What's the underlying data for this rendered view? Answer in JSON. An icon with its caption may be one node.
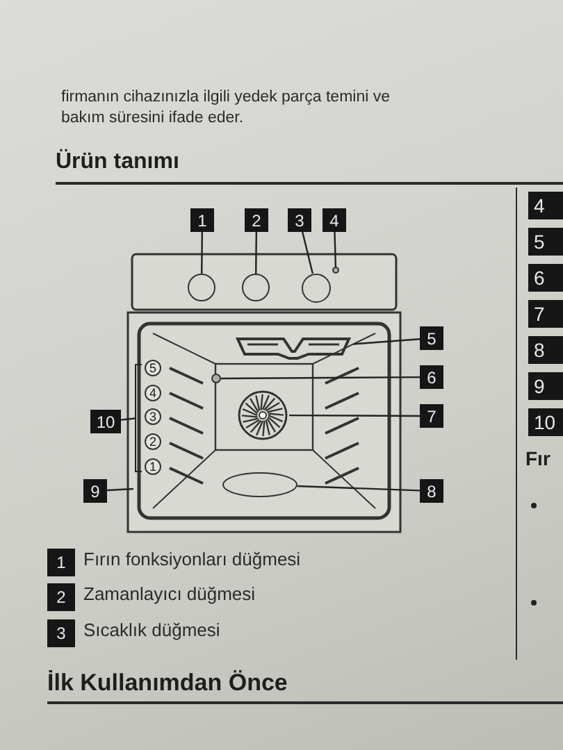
{
  "diagram": {
    "title": "Ürün tanımı",
    "nodes": [
      {
        "text": [
          "1"
        ]
      },
      {
        "text": [
          "2"
        ]
      },
      {
        "text": [
          "3"
        ]
      },
      {
        "text": [
          "4"
        ]
      },
      {
        "text": [
          "5"
        ]
      },
      {
        "text": [
          "6"
        ]
      },
      {
        "text": [
          "7"
        ]
      },
      {
        "text": [
          "8"
        ]
      },
      {
        "text": [
          "9"
        ]
      },
      {
        "text": [
          "10"
        ]
      },
      {
        "text": [],
        "shape": "circle"
      },
      {
        "text": [],
        "shape": "circle"
      },
      {
        "text": [],
        "shape": "circle"
      },
      {
        "text": [],
        "shape": "circle"
      },
      {
        "text": [],
        "shape": "heater"
      },
      {
        "text": [],
        "shape": "circle"
      },
      {
        "text": [],
        "shape": "fan"
      },
      {
        "text": [],
        "shape": "ellipse"
      },
      {
        "text": [
          "1"
        ],
        "beside": [
          "Fırın fonksiyonları düğmesi"
        ]
      },
      {
        "text": [
          "2"
        ],
        "beside": [
          "Zamanlayıcı düğmesi"
        ]
      },
      {
        "text": [
          "3"
        ],
        "beside": [
          "Sıcaklık düğmesi"
        ]
      },
      {
        "text": [],
        "shape": "bracket"
      }
    ],
    "edges": [
      {
        "from": 0,
        "to": 10,
        "arrow": "none"
      },
      {
        "from": 1,
        "to": 11,
        "arrow": "none"
      },
      {
        "from": 2,
        "to": 12,
        "arrow": "none"
      },
      {
        "from": 3,
        "to": 13,
        "arrow": "none"
      },
      {
        "from": 4,
        "to": 14,
        "arrow": "none"
      },
      {
        "from": 5,
        "to": 15,
        "arrow": "none"
      },
      {
        "from": 6,
        "to": 16,
        "arrow": "none"
      },
      {
        "from": 7,
        "to": 17,
        "arrow": "none"
      },
      {
        "from": 8,
        "to": null,
        "arrow": "none"
      },
      {
        "from": 9,
        "to": 21,
        "arrow": "none"
      }
    ],
    "labels": [
      "firmanın cihazınızla ilgili yedek parça temini ve bakım süresini ifade eder.",
      "5",
      "4",
      "3",
      "2",
      "1",
      "4",
      "5",
      "6",
      "7",
      "8",
      "9",
      "10",
      "Fır",
      "İlk Kullanımdan Önce"
    ]
  }
}
